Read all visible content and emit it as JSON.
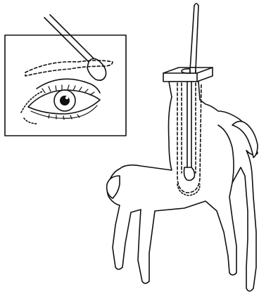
{
  "figure": {
    "kind": "line-illustration",
    "inset": "eye-makeup-application",
    "main": "animal-shaped-kohl-container-with-applicator"
  },
  "colors": {
    "ink": "#111111",
    "paper": "#ffffff"
  }
}
